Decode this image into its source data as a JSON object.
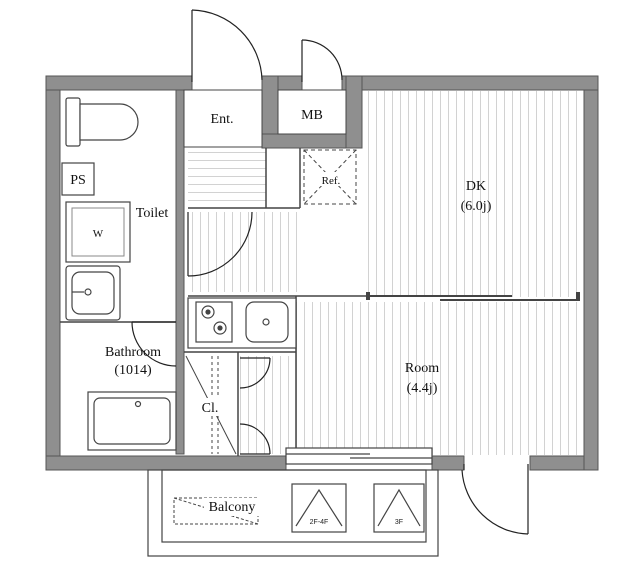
{
  "rooms": {
    "entrance": "Ent.",
    "meter_box": "MB",
    "refrigerator": "Ref.",
    "dk": "DK",
    "dk_size": "(6.0j)",
    "toilet": "Toilet",
    "washer": "W",
    "pipe_space": "PS",
    "bathroom": "Bathroom",
    "bathroom_size": "(1014)",
    "closet": "Cl.",
    "room": "Room",
    "room_size": "(4.4j)",
    "balcony": "Balcony"
  },
  "evacuation": {
    "left_label": "2F-4F",
    "right_label": "3F"
  },
  "colors": {
    "wall": "#8f8f8f",
    "wall_outline": "#555555",
    "floor_lines": "#d4d4d4",
    "ink": "#222222"
  }
}
